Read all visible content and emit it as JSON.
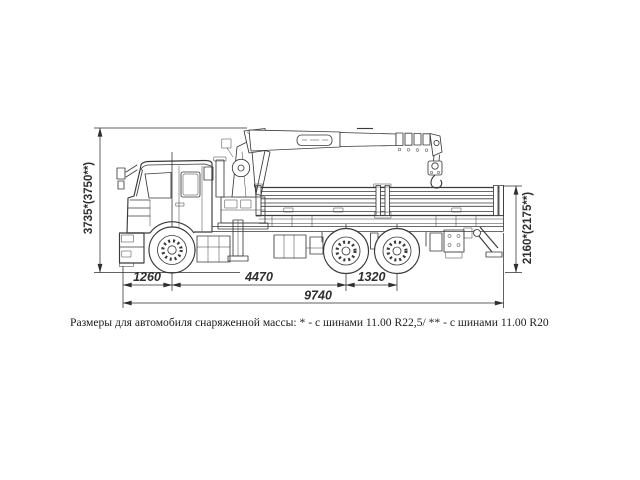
{
  "colors": {
    "background": "#ffffff",
    "line": "#3a3a3a",
    "dimension": "#2e2e2e",
    "caption": "#1c1c1c"
  },
  "dimensions": {
    "overall_height": "3735*(3750**)",
    "platform_height": "2160*(2175**)",
    "front_overhang": "1260",
    "wheelbase": "4470",
    "rear_bogie_spacing": "1320",
    "overall_length": "9740"
  },
  "caption": "Размеры для автомобиля снаряженной массы: * - с шинами 11.00 R22,5/ ** - с шинами 11.00 R20"
}
